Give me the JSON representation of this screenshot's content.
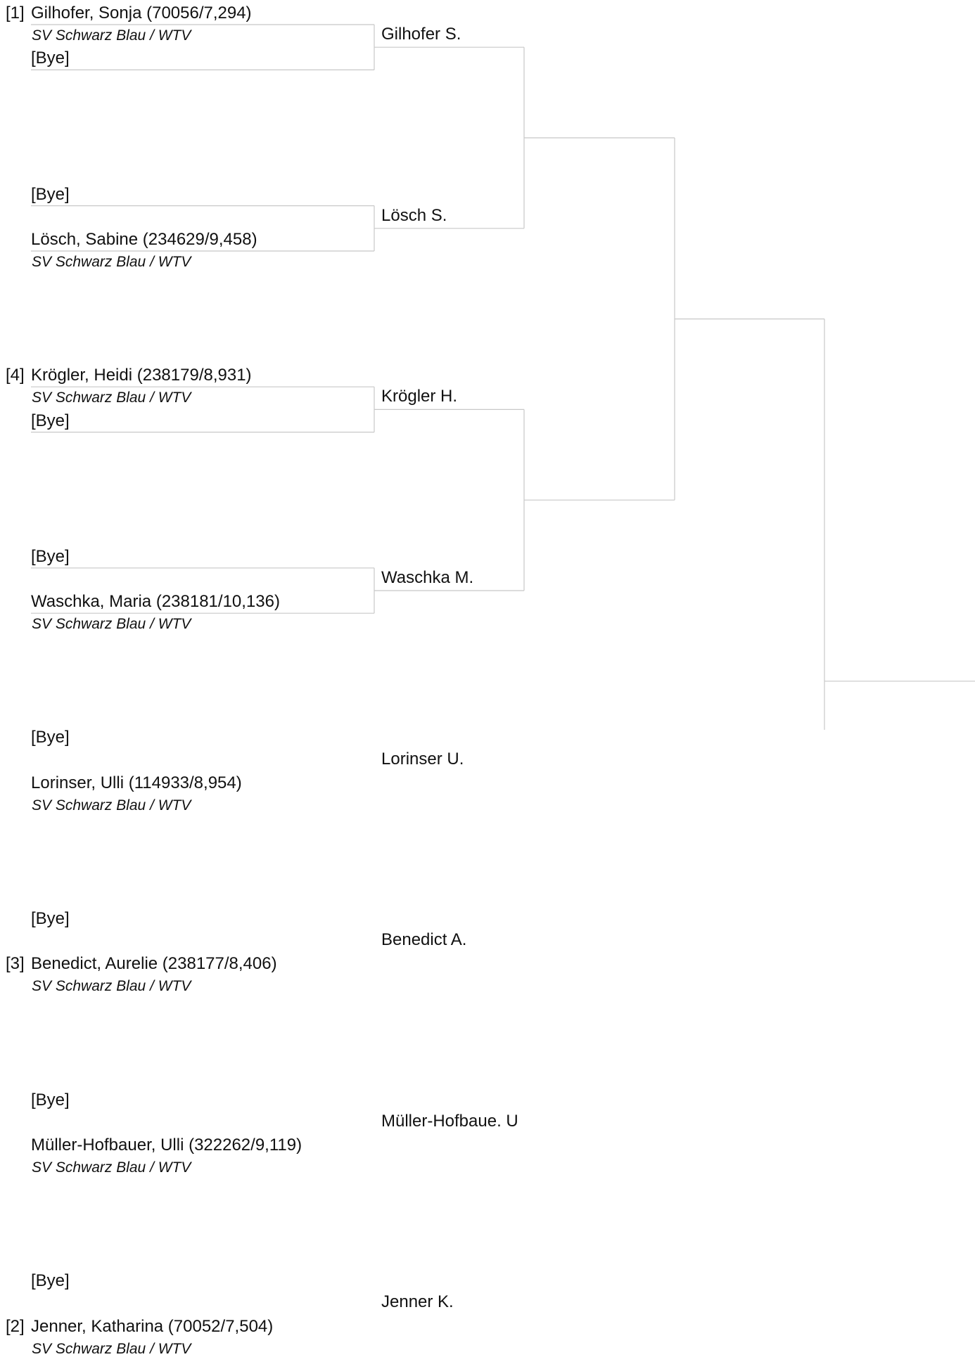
{
  "colors": {
    "line": "#c8c8c8",
    "text": "#111111"
  },
  "round1": [
    {
      "top": {
        "seed": "[1]",
        "name": "Gilhofer, Sonja (70056/7,294)",
        "club": "SV Schwarz Blau / WTV"
      },
      "bottom": {
        "seed": "",
        "name": "[Bye]",
        "club": ""
      },
      "winner": "Gilhofer S."
    },
    {
      "top": {
        "seed": "",
        "name": "[Bye]",
        "club": ""
      },
      "bottom": {
        "seed": "",
        "name": "Lösch, Sabine (234629/9,458)",
        "club": "SV Schwarz Blau / WTV"
      },
      "winner": "Lösch S."
    },
    {
      "top": {
        "seed": "[4]",
        "name": "Krögler, Heidi (238179/8,931)",
        "club": "SV Schwarz Blau / WTV"
      },
      "bottom": {
        "seed": "",
        "name": "[Bye]",
        "club": ""
      },
      "winner": "Krögler H."
    },
    {
      "top": {
        "seed": "",
        "name": "[Bye]",
        "club": ""
      },
      "bottom": {
        "seed": "",
        "name": "Waschka, Maria (238181/10,136)",
        "club": "SV Schwarz Blau / WTV"
      },
      "winner": "Waschka M."
    },
    {
      "top": {
        "seed": "",
        "name": "[Bye]",
        "club": ""
      },
      "bottom": {
        "seed": "",
        "name": "Lorinser, Ulli (114933/8,954)",
        "club": "SV Schwarz Blau / WTV"
      },
      "winner": "Lorinser U."
    },
    {
      "top": {
        "seed": "",
        "name": "[Bye]",
        "club": ""
      },
      "bottom": {
        "seed": "[3]",
        "name": "Benedict, Aurelie (238177/8,406)",
        "club": "SV Schwarz Blau / WTV"
      },
      "winner": "Benedict A."
    },
    {
      "top": {
        "seed": "",
        "name": "[Bye]",
        "club": ""
      },
      "bottom": {
        "seed": "",
        "name": "Müller-Hofbauer, Ulli (322262/9,119)",
        "club": "SV Schwarz Blau / WTV"
      },
      "winner": "Müller-Hofbaue. U"
    },
    {
      "top": {
        "seed": "",
        "name": "[Bye]",
        "club": ""
      },
      "bottom": {
        "seed": "[2]",
        "name": "Jenner, Katharina (70052/7,504)",
        "club": "SV Schwarz Blau / WTV"
      },
      "winner": "Jenner K."
    }
  ]
}
